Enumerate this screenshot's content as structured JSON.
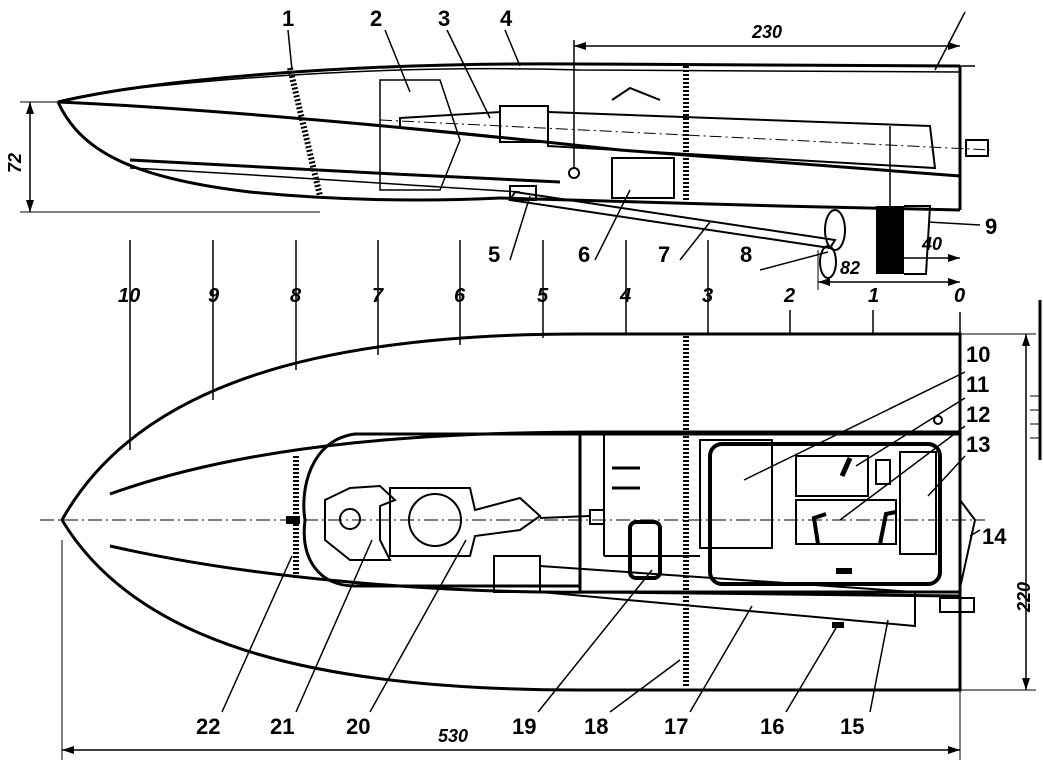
{
  "dimensions": {
    "length_overall": "530",
    "beam": "220",
    "height": "72",
    "motor_offset": "230",
    "rudder_width": "40",
    "prop_offset": "82"
  },
  "stations": [
    "10",
    "9",
    "8",
    "7",
    "6",
    "5",
    "4",
    "3",
    "2",
    "1",
    "0"
  ],
  "callouts": [
    "1",
    "2",
    "3",
    "4",
    "5",
    "6",
    "7",
    "8",
    "9",
    "10",
    "11",
    "12",
    "13",
    "14",
    "15",
    "16",
    "17",
    "18",
    "19",
    "20",
    "21",
    "22"
  ]
}
